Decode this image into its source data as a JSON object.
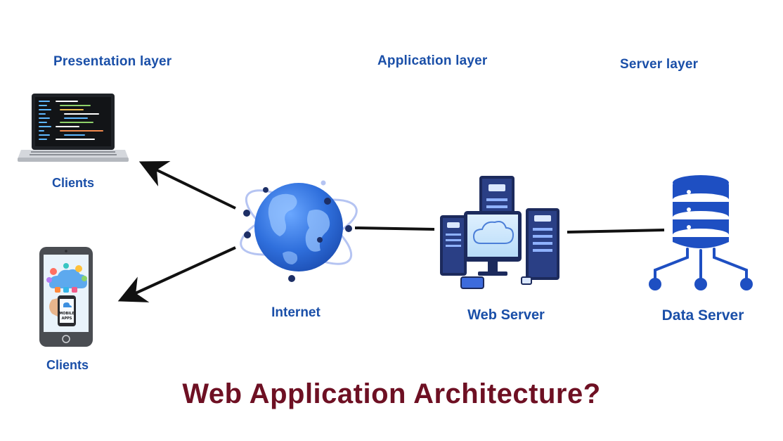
{
  "layers": {
    "presentation": "Presentation layer",
    "application": "Application layer",
    "server": "Server layer"
  },
  "nodes": {
    "laptop_client": "Clients",
    "mobile_client": "Clients",
    "internet": "Internet",
    "web_server": "Web Server",
    "data_server": "Data Server"
  },
  "phone_screen_text": "MOBILE APPS",
  "title": "Web Application Architecture?",
  "colors": {
    "label_blue": "#1a4fa8",
    "title_maroon": "#6e1023",
    "server_blue": "#1e4fc2",
    "globe_blue": "#3a78e0",
    "line_black": "#111111"
  }
}
